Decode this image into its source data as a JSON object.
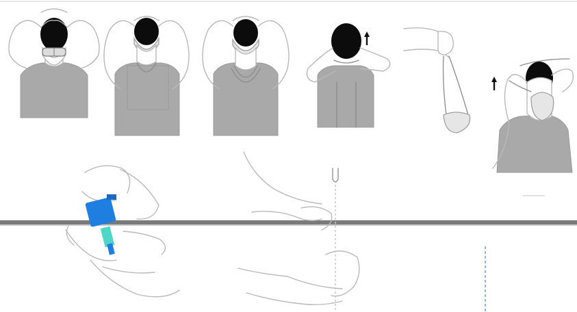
{
  "figure": {
    "colors": {
      "background": "#ffffff",
      "shirt": "#a9a9a9",
      "hair": "#0c0c0c",
      "line": "#b9b9b9",
      "divider": "#7a7a7a",
      "bottle_body": "#1f7fe0",
      "bottle_pump": "#4fd6c8",
      "dashed_line": "#6f9fd6"
    },
    "top_row_steps": [
      "remove-goggles",
      "lift-mask-over-head",
      "pull-mask-forward",
      "untie-lower-strap",
      "hold-mask-by-straps",
      "remove-respirator-strap"
    ],
    "bottom_row": [
      "hand-sanitizer-bottle",
      "hands-under-faucet"
    ]
  }
}
